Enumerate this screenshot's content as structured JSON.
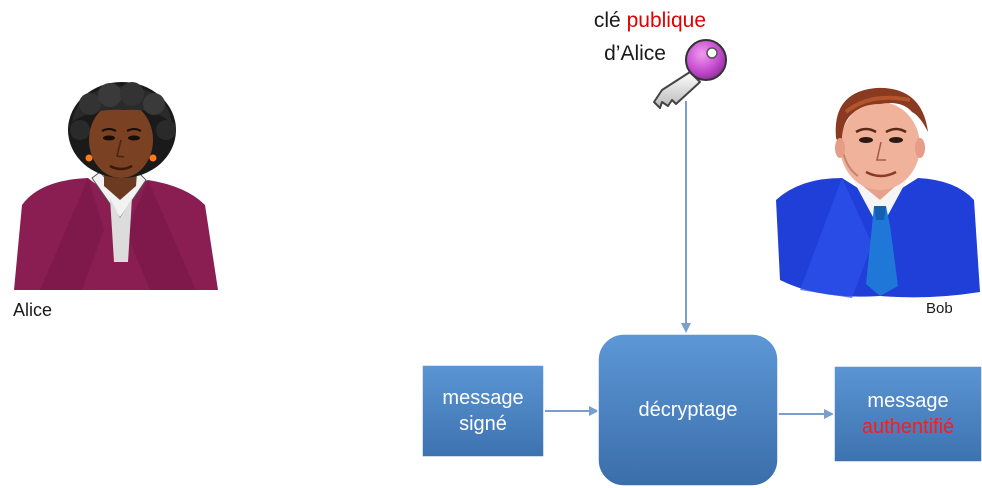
{
  "people": {
    "alice": {
      "name": "Alice"
    },
    "bob": {
      "name": "Bob"
    }
  },
  "key": {
    "caption_word": "clé",
    "caption_highlight": "publique",
    "caption_owner": "d’Alice"
  },
  "flow": {
    "input_box": {
      "line1": "message",
      "line2": "signé"
    },
    "process_box": {
      "label": "décryptage"
    },
    "output_box": {
      "line1": "message",
      "line2": "authentifié"
    }
  },
  "colors": {
    "highlight": "#e00000",
    "box_fill": "#4f87c4",
    "connector": "#7b9fcd"
  }
}
